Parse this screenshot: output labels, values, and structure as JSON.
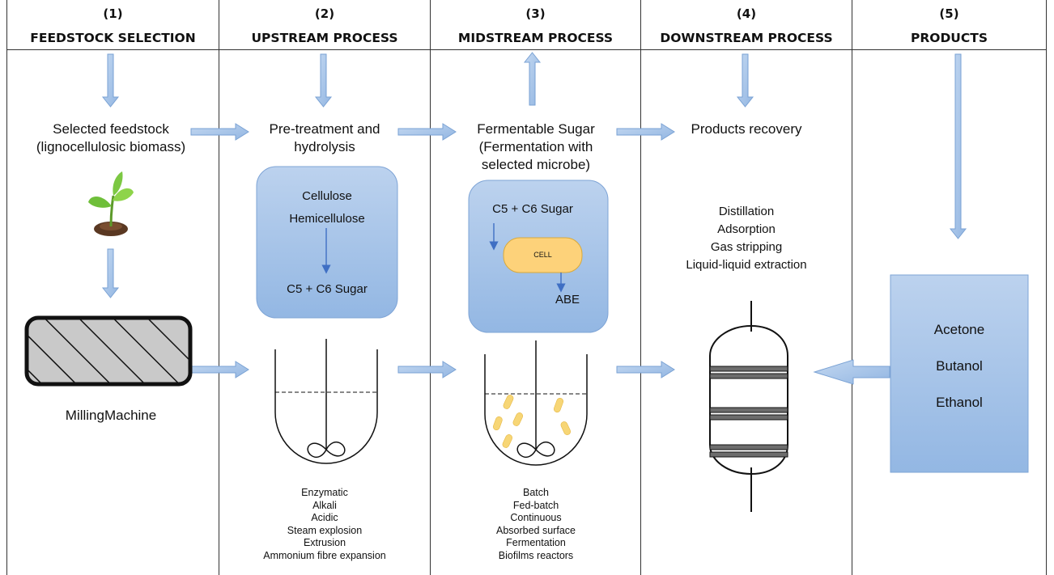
{
  "columns": [
    {
      "number": "(1)",
      "title": "FEEDSTOCK SELECTION"
    },
    {
      "number": "(2)",
      "title": "UPSTREAM PROCESS"
    },
    {
      "number": "(3)",
      "title": "MIDSTREAM PROCESS"
    },
    {
      "number": "(4)",
      "title": "DOWNSTREAM PROCESS"
    },
    {
      "number": "(5)",
      "title": "PRODUCTS"
    }
  ],
  "feedstock": {
    "label_line1": "Selected feedstock",
    "label_line2": "(lignocellulosic biomass)",
    "machine_label": "MillingMachine",
    "plant_icon": "seedling-icon",
    "machine_icon": "milling-machine-icon"
  },
  "upstream": {
    "title_line1": "Pre-treatment and",
    "title_line2": "hydrolysis",
    "box": {
      "line1": "Cellulose",
      "line2": "Hemicellulose",
      "output": "C5 + C6 Sugar"
    },
    "reactor_icon": "stirred-reactor-icon",
    "methods": [
      "Enzymatic",
      "Alkali",
      "Acidic",
      "Steam explosion",
      "Extrusion",
      "Ammonium fibre expansion"
    ]
  },
  "midstream": {
    "title_line1": "Fermentable Sugar",
    "title_line2": "(Fermentation with",
    "title_line3": "selected microbe)",
    "box": {
      "input": "C5 + C6 Sugar",
      "cell": "CELL",
      "output": "ABE"
    },
    "reactor_icon": "fermenter-icon",
    "modes": [
      "Batch",
      "Fed-batch",
      "Continuous",
      "Absorbed surface",
      "Fermentation",
      "Biofilms reactors"
    ]
  },
  "downstream": {
    "title": "Products recovery",
    "methods": [
      "Distillation",
      "Adsorption",
      "Gas stripping",
      "Liquid-liquid extraction"
    ],
    "column_icon": "distillation-column-icon"
  },
  "products": {
    "items": [
      "Acetone",
      "Butanol",
      "Ethanol"
    ]
  },
  "colors": {
    "arrow_fill": "#a9c6e9",
    "arrow_stroke": "#7aa2d4",
    "box_light": "#bcd2ee",
    "box_dark": "#94b8e4",
    "cell_fill": "#fdd27a",
    "arrow_line": "#3f6fc4"
  }
}
